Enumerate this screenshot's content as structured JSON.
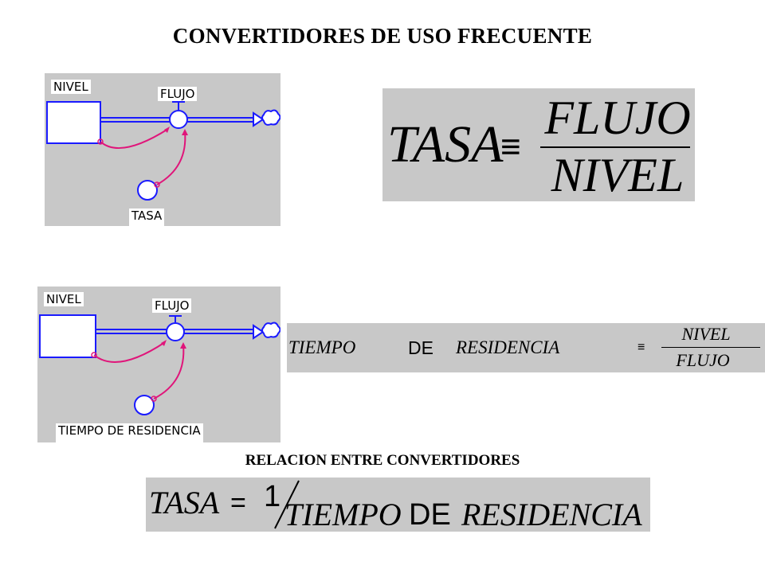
{
  "title": "CONVERTIDORES DE USO FRECUENTE",
  "subtitle": "RELACION ENTRE CONVERTIDORES",
  "colors": {
    "panel": "#c8c8c8",
    "stock_flow": "#1a1aff",
    "connector": "#e0157a"
  },
  "diagram1": {
    "stock_label": "NIVEL",
    "flow_label": "FLUJO",
    "converter_label": "TASA"
  },
  "diagram2": {
    "stock_label": "NIVEL",
    "flow_label": "FLUJO",
    "converter_label": "TIEMPO DE RESIDENCIA"
  },
  "eq1": {
    "lhs": "TASA",
    "op": "≡",
    "num": "FLUJO",
    "den": "NIVEL"
  },
  "eq2": {
    "w1": "TIEMPO",
    "w2": "DE",
    "w3": "RESIDENCIA",
    "op": "≡",
    "num": "NIVEL",
    "den": "FLUJO"
  },
  "eq3": {
    "lhs": "TASA",
    "op": "=",
    "one": "1",
    "w1": "TIEMPO",
    "w2": "DE",
    "w3": "RESIDENCIA"
  }
}
